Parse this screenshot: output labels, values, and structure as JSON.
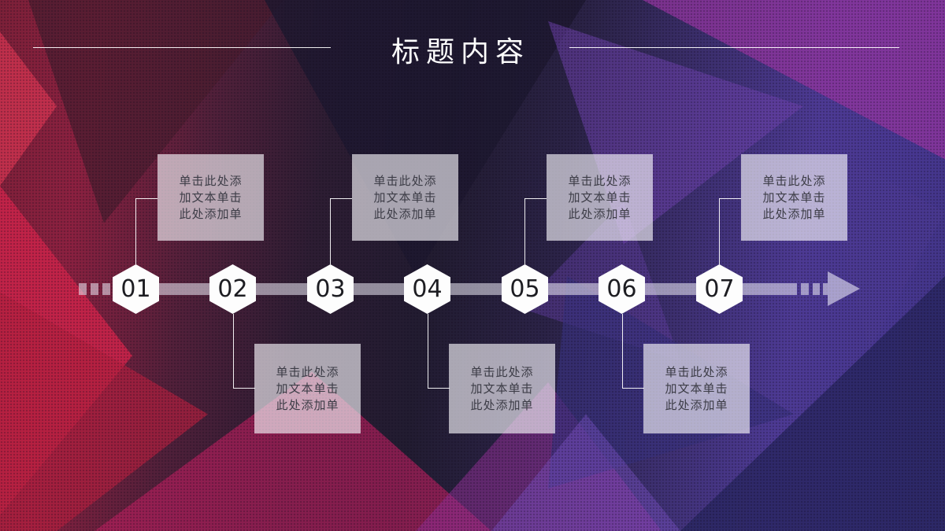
{
  "slide": {
    "title": "标题内容"
  },
  "timeline": {
    "items": [
      {
        "number": "01",
        "position": "above",
        "lines": [
          "单击此处添",
          "加文本单击",
          "此处添加单"
        ]
      },
      {
        "number": "02",
        "position": "below",
        "lines": [
          "单击此处添",
          "加文本单击",
          "此处添加单"
        ]
      },
      {
        "number": "03",
        "position": "above",
        "lines": [
          "单击此处添",
          "加文本单击",
          "此处添加单"
        ]
      },
      {
        "number": "04",
        "position": "below",
        "lines": [
          "单击此处添",
          "加文本单击",
          "此处添加单"
        ]
      },
      {
        "number": "05",
        "position": "above",
        "lines": [
          "单击此处添",
          "加文本单击",
          "此处添加单"
        ]
      },
      {
        "number": "06",
        "position": "below",
        "lines": [
          "单击此处添",
          "加文本单击",
          "此处添加单"
        ]
      },
      {
        "number": "07",
        "position": "above",
        "lines": [
          "单击此处添",
          "加文本单击",
          "此处添加单"
        ]
      }
    ]
  },
  "colors": {
    "title_text": "#ffffff",
    "divider_line": "#ffffff",
    "timeline_bar": "#d9d6e6",
    "node_fill": "#fdfdfd",
    "node_number": "#1d1d22",
    "box_fill": "#c9c4d2",
    "box_text": "#3c3c46",
    "bg_left_red": "#c42449",
    "bg_center_dark": "#221c31",
    "bg_right_purple": "#4d3a94",
    "bg_bottom_magenta": "#b81f5e"
  }
}
